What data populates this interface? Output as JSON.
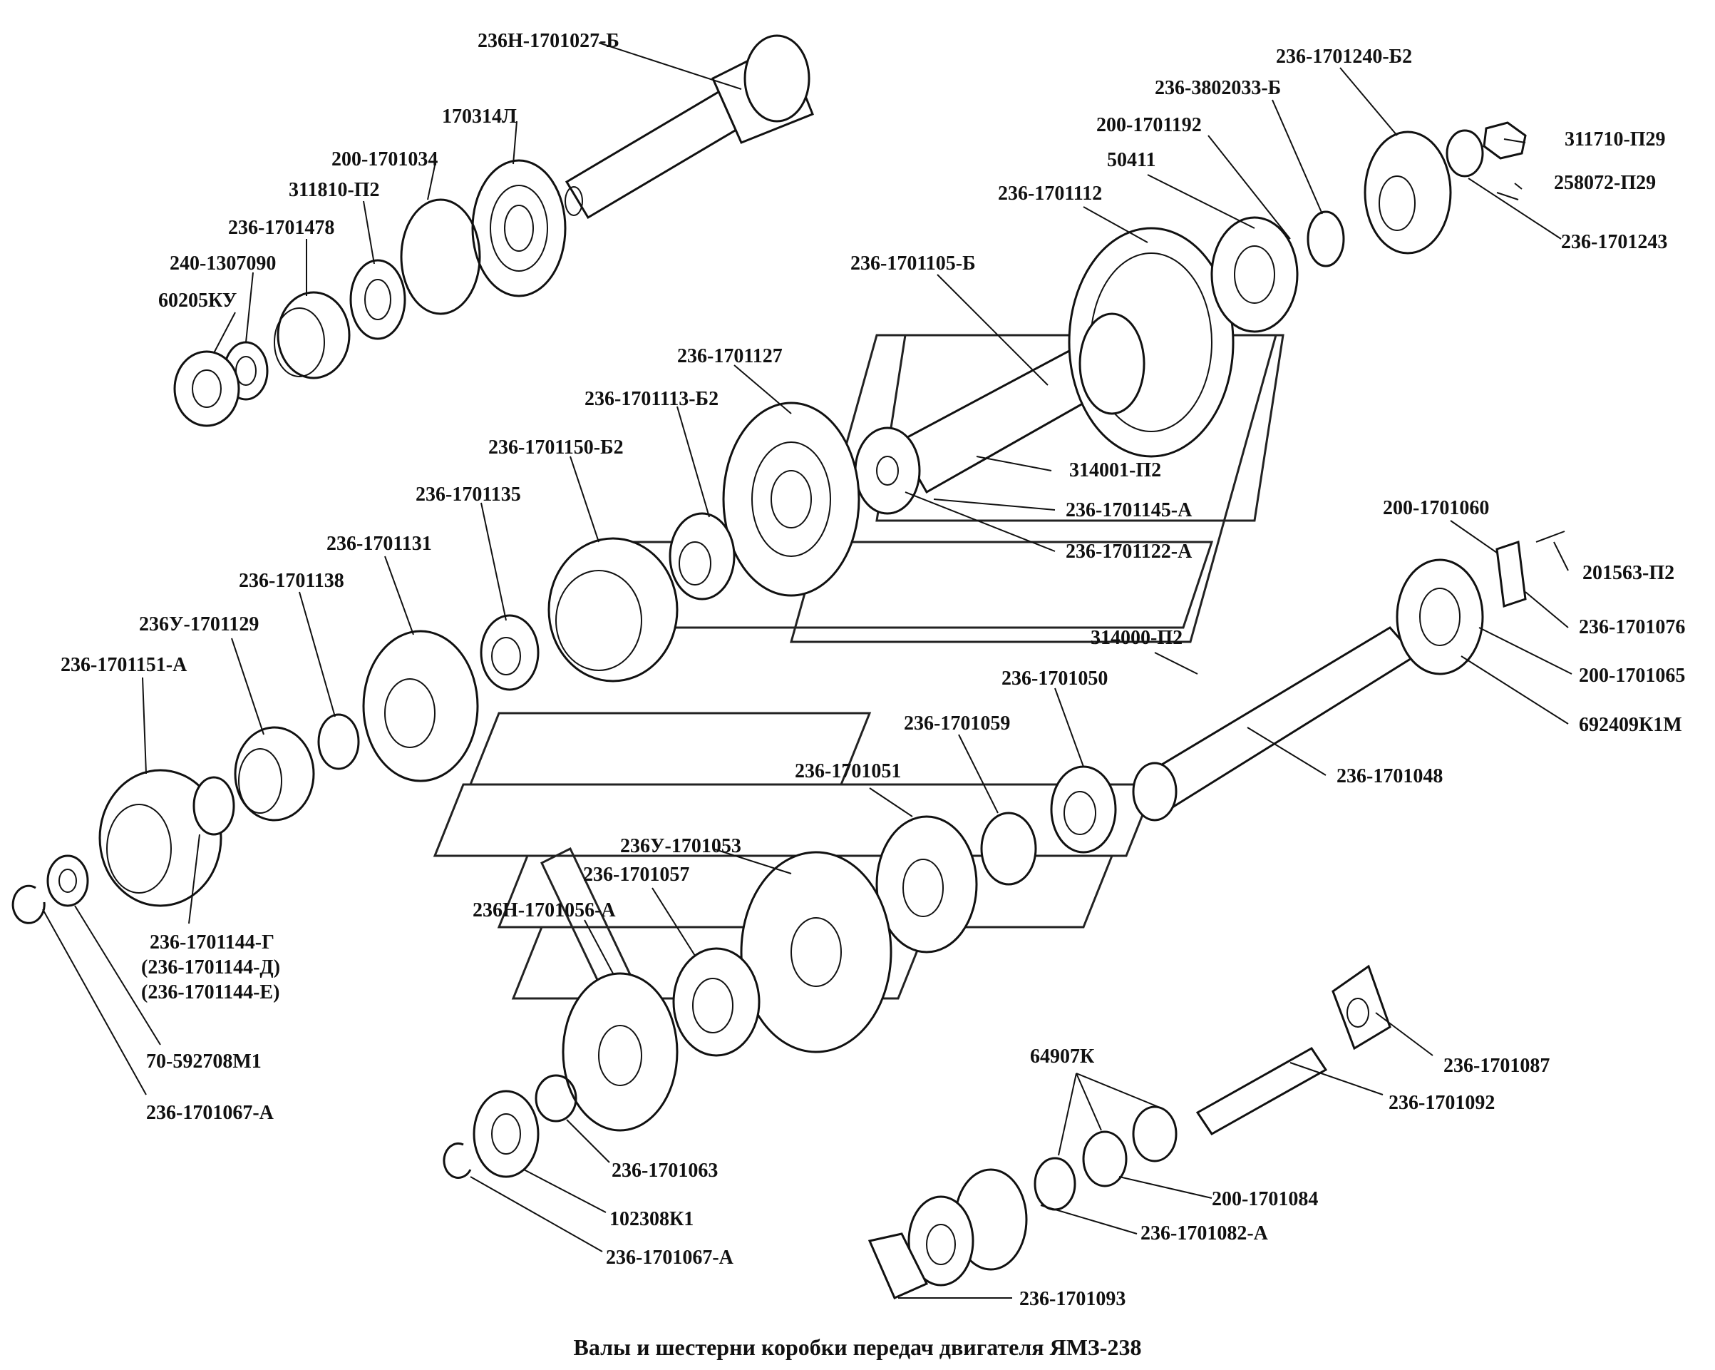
{
  "caption": "Валы и шестерни коробки передач двигателя ЯМЗ-238",
  "labels": [
    "236Н-1701027-Б",
    "170314Л",
    "200-1701034",
    "311810-П2",
    "236-1701478",
    "240-1307090",
    "60205КУ",
    "236-1701240-Б2",
    "236-3802033-Б",
    "200-1701192",
    "50411",
    "236-1701112",
    "236-1701105-Б",
    "311710-П29",
    "258072-П29",
    "236-1701243",
    "236-1701127",
    "236-1701113-Б2",
    "236-1701150-Б2",
    "236-1701135",
    "236-1701131",
    "236-1701138",
    "236У-1701129",
    "236-1701151-А",
    "314001-П2",
    "236-1701145-А",
    "236-1701122-А",
    "200-1701060",
    "201563-П2",
    "236-1701076",
    "200-1701065",
    "692409К1М",
    "314000-П2",
    "236-1701050",
    "236-1701059",
    "236-1701048",
    "236-1701051",
    "236У-1701053",
    "236-1701057",
    "236Н-1701056-А",
    "236-1701144-Г",
    "(236-1701144-Д)",
    "(236-1701144-Е)",
    "70-592708М1",
    "236-1701067-А",
    "64907К",
    "236-1701087",
    "236-1701092",
    "236-1701063",
    "102308К1",
    "200-1701084",
    "236-1701082-А",
    "236-1701067-А",
    "236-1701093"
  ]
}
